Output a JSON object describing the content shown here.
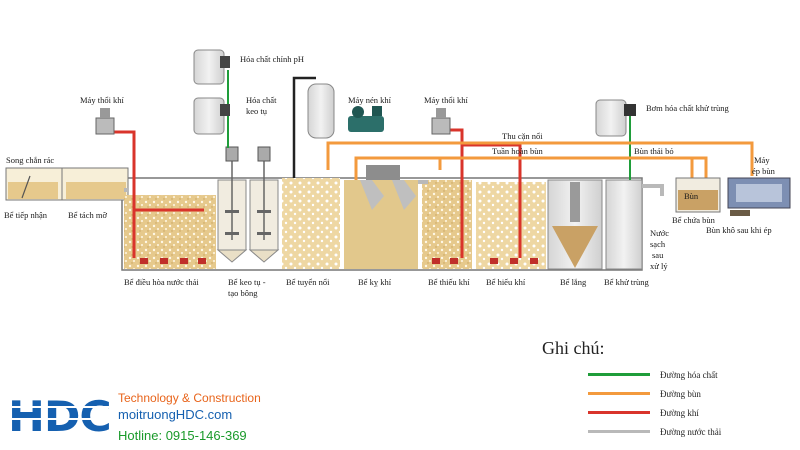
{
  "colors": {
    "chemical_line": "#1f9d3a",
    "sludge_line": "#f39a3d",
    "air_line": "#d9342b",
    "water_line": "#b9b9b9",
    "tank_fill": "#e6c98c",
    "brand_blue": "#1560b0",
    "brand_orange": "#e8641b",
    "brand_green": "#1a9a2a"
  },
  "labels": {
    "song_chan_rac": "Song chắn rác",
    "be_tiep_nhan": "Bể tiếp nhận",
    "be_tach_mo": "Bể tách mỡ",
    "may_thoi_khi_1": "Máy thổi khí",
    "hoa_chat_ph": "Hóa chất chỉnh pH",
    "hoa_chat_keo_tu_1": "Hóa chất",
    "hoa_chat_keo_tu_2": "keo tụ",
    "may_nen_khi": "Máy nén khí",
    "may_thoi_khi_2": "Máy thổi khí",
    "bom_hoa_chat": "Bơm hóa chất khử trùng",
    "thu_can_noi": "Thu cặn nổi",
    "tuan_hoan_bun": "Tuần hoàn bùn",
    "bun_thai_bo": "Bùn thải bỏ",
    "may_ep_bun_1": "Máy",
    "may_ep_bun_2": "ép bùn",
    "bun_tag": "Bùn",
    "be_chua_bun": "Bể chứa bùn",
    "bun_kho": "Bùn khô sau khi ép",
    "nuoc_sach_1": "Nước",
    "nuoc_sach_2": "sạch",
    "nuoc_sach_3": "sau",
    "nuoc_sach_4": "xử lý",
    "be_dieu_hoa": "Bể điều hòa nước thải",
    "be_keo_tu_1": "Bể keo tụ -",
    "be_keo_tu_2": "tạo bông",
    "be_tuyen_noi": "Bể tuyển nổi",
    "be_ky_khi": "Bể kỵ khí",
    "be_thieu_khi": "Bể thiếu khí",
    "be_hieu_khi": "Bể hiếu khí",
    "be_lang": "Bể lắng",
    "be_khu_trung": "Bể khử trùng"
  },
  "legend": {
    "title": "Ghi chú:",
    "items": [
      {
        "label": "Đường hóa chất",
        "color": "#1f9d3a"
      },
      {
        "label": "Đường bùn",
        "color": "#f39a3d"
      },
      {
        "label": "Đường khí",
        "color": "#d9342b"
      },
      {
        "label": "Đường nước thải",
        "color": "#b9b9b9"
      }
    ]
  },
  "brand": {
    "name": "HDC",
    "tagline": "Technology & Construction",
    "website": "moitruongHDC.com",
    "hotline": "Hotline: 0915-146-369"
  }
}
